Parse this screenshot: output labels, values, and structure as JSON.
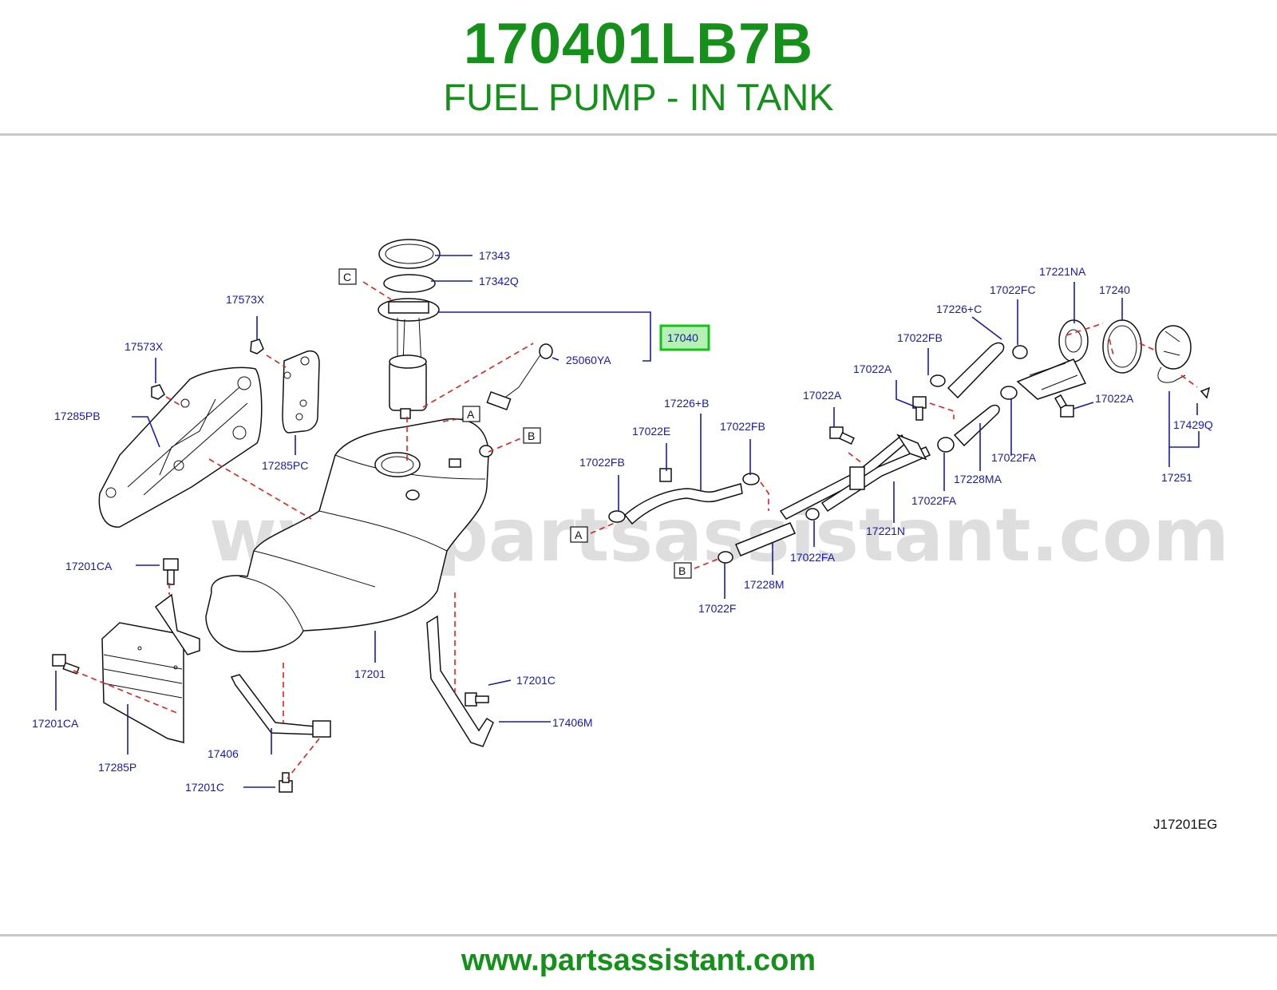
{
  "header": {
    "part_number": "170401LB7B",
    "part_name": "FUEL PUMP - IN TANK"
  },
  "diagram": {
    "code": "J17201EG",
    "watermark": "www.partsassistant.com",
    "highlighted_part": "17040",
    "callouts": {
      "c17343": "17343",
      "c17342Q": "17342Q",
      "c17040": "17040",
      "c25060YA": "25060YA",
      "c17573X_a": "17573X",
      "c17573X_b": "17573X",
      "c17285PB": "17285PB",
      "c17285PC": "17285PC",
      "c17201CA_a": "17201CA",
      "c17201CA_b": "17201CA",
      "c17201": "17201",
      "c17201C_a": "17201C",
      "c17201C_b": "17201C",
      "c17406": "17406",
      "c17406M": "17406M",
      "c17285P": "17285P",
      "c17022FB_a": "17022FB",
      "c17022E": "17022E",
      "c17226B": "17226+B",
      "c17022FB_b": "17022FB",
      "c17022A_a": "17022A",
      "c17022A_b": "17022A",
      "c17022FB_c": "17022FB",
      "c17226C": "17226+C",
      "c17022FC": "17022FC",
      "c17221NA": "17221NA",
      "c17240": "17240",
      "c17022A_c": "17022A",
      "c17429Q": "17429Q",
      "c17251": "17251",
      "c17022FA_a": "17022FA",
      "c17228MA": "17228MA",
      "c17022FA_b": "17022FA",
      "c17221N": "17221N",
      "c17022FA_c": "17022FA",
      "c17228M": "17228M",
      "c17022F": "17022F"
    },
    "ref_boxes": {
      "box_c": "C",
      "box_a1": "A",
      "box_b1": "B",
      "box_a2": "A",
      "box_b2": "B"
    }
  },
  "footer": {
    "url": "www.partsassistant.com"
  },
  "colors": {
    "title_green": "#15901b",
    "callout_blue": "#1a1aaa",
    "dash_red": "#e0201a",
    "highlight_green": "#17c217",
    "highlight_fill": "#b6f0b6"
  }
}
